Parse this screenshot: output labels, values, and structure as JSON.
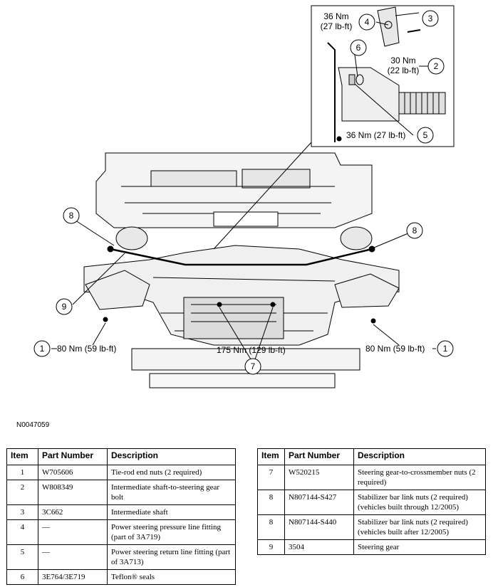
{
  "figure": {
    "id": "N0047059",
    "callouts": {
      "torque_4": "36 Nm\n(27 lb-ft)",
      "torque_2": "30 Nm\n(22 lb-ft)",
      "torque_5": "36 Nm (27 lb-ft)",
      "torque_1_left": "80 Nm (59 lb-ft)",
      "torque_1_right": "80 Nm (59 lb-ft)",
      "torque_7": "175 Nm (129 lb-ft)"
    },
    "numbers": {
      "n1": "1",
      "n2": "2",
      "n3": "3",
      "n4": "4",
      "n5": "5",
      "n6": "6",
      "n7": "7",
      "n8": "8",
      "n9": "9"
    }
  },
  "table_headers": [
    "Item",
    "Part Number",
    "Description"
  ],
  "table_left": [
    {
      "item": "1",
      "part": "W705606",
      "desc": "Tie-rod end nuts (2 required)"
    },
    {
      "item": "2",
      "part": "W808349",
      "desc": "Intermediate shaft-to-steering gear bolt"
    },
    {
      "item": "3",
      "part": "3C662",
      "desc": "Intermediate shaft"
    },
    {
      "item": "4",
      "part": "—",
      "desc": "Power steering pressure line fitting (part of 3A719)"
    },
    {
      "item": "5",
      "part": "—",
      "desc": "Power steering return line fitting (part of 3A713)"
    },
    {
      "item": "6",
      "part": "3E764/3E719",
      "desc": "Teflon® seals"
    }
  ],
  "table_right": [
    {
      "item": "7",
      "part": "W520215",
      "desc": "Steering gear-to-crossmember nuts (2 required)"
    },
    {
      "item": "8",
      "part": "N807144-S427",
      "desc": "Stabilizer bar link nuts (2 required) (vehicles built through 12/2005)"
    },
    {
      "item": "8",
      "part": "N807144-S440",
      "desc": "Stabilizer bar link nuts (2 required) (vehicles built after 12/2005)"
    },
    {
      "item": "9",
      "part": "3504",
      "desc": "Steering gear"
    }
  ]
}
